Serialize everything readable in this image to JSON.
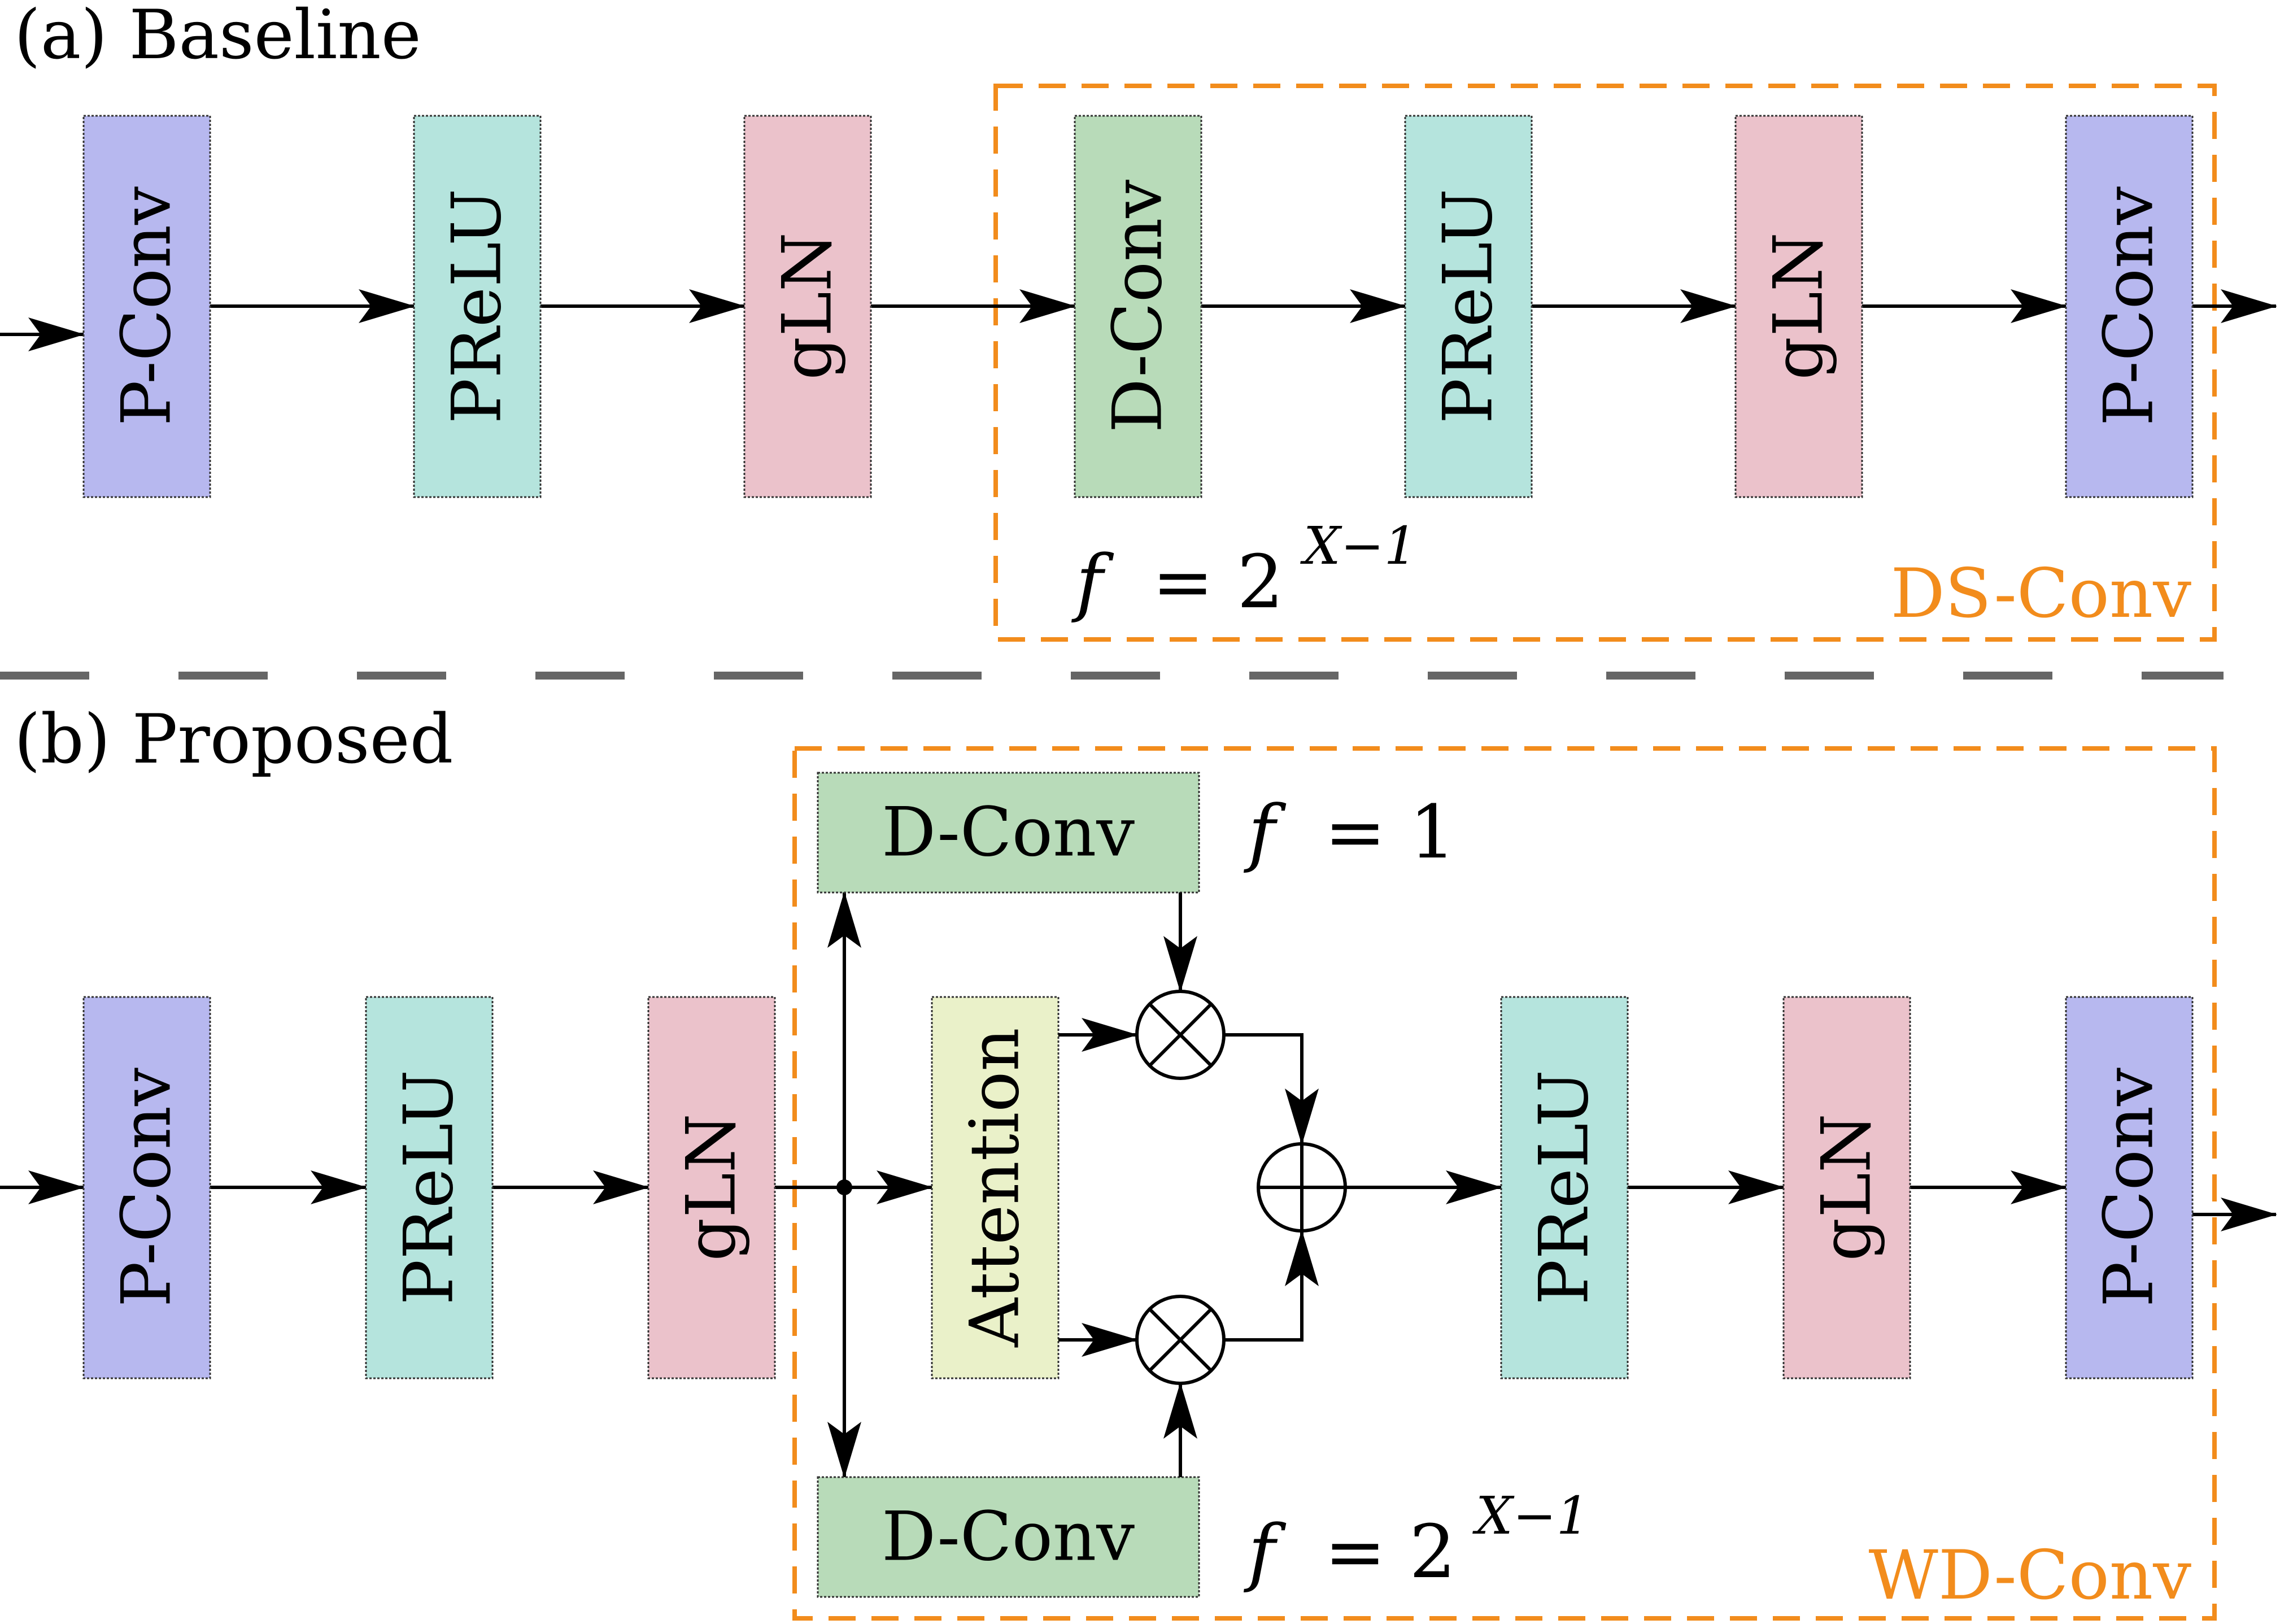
{
  "colors": {
    "pconv": "#b7b8ef",
    "prelu": "#b5e4dd",
    "gln": "#ebc2cb",
    "dconv": "#b8dbb9",
    "attention": "#eaf1c9",
    "group_border": "#f28c1c",
    "divider": "#666666"
  },
  "baseline": {
    "title": "(a) Baseline",
    "blocks": [
      {
        "label": "P-Conv",
        "color": "pconv"
      },
      {
        "label": "PReLU",
        "color": "prelu"
      },
      {
        "label": "gLN",
        "color": "gln"
      },
      {
        "label": "D-Conv",
        "color": "dconv"
      },
      {
        "label": "PReLU",
        "color": "prelu"
      },
      {
        "label": "gLN",
        "color": "gln"
      },
      {
        "label": "P-Conv",
        "color": "pconv"
      }
    ],
    "group_label": "DS-Conv",
    "formula": {
      "lhs": "f",
      "eq": "= 2",
      "exp": "X−1"
    }
  },
  "proposed": {
    "title": "(b) Proposed",
    "blocks_left": [
      {
        "label": "P-Conv",
        "color": "pconv"
      },
      {
        "label": "PReLU",
        "color": "prelu"
      },
      {
        "label": "gLN",
        "color": "gln"
      }
    ],
    "dconv_top": {
      "label": "D-Conv",
      "color": "dconv"
    },
    "dconv_bottom": {
      "label": "D-Conv",
      "color": "dconv"
    },
    "attention": {
      "label": "Attention",
      "color": "attention"
    },
    "blocks_right": [
      {
        "label": "PReLU",
        "color": "prelu"
      },
      {
        "label": "gLN",
        "color": "gln"
      },
      {
        "label": "P-Conv",
        "color": "pconv"
      }
    ],
    "group_label": "WD-Conv",
    "formula_top": {
      "lhs": "f",
      "eq": "= 1"
    },
    "formula_bottom": {
      "lhs": "f",
      "eq": "= 2",
      "exp": "X−1"
    }
  }
}
